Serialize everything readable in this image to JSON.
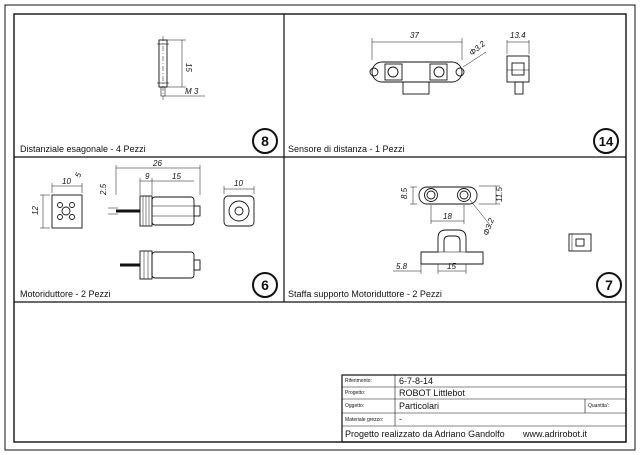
{
  "panels": [
    {
      "caption": "Distanziale esagonale - 4 Pezzi",
      "number": "8"
    },
    {
      "caption": "Sensore di distanza - 1 Pezzi",
      "number": "14"
    },
    {
      "caption": "Motoriduttore - 2 Pezzi",
      "number": "6"
    },
    {
      "caption": "Staffa supporto Motoriduttore - 2 Pezzi",
      "number": "7"
    }
  ],
  "dimensions": {
    "spacer_height": "15",
    "spacer_thread": "M 3",
    "sensor_width": "37",
    "sensor_hole": "Φ3.2",
    "sensor_depth": "13.4",
    "motor_total": "26",
    "motor_9": "9",
    "motor_15": "15",
    "motor_10a": "10",
    "motor_5": "5",
    "motor_12": "12",
    "motor_25": "2.5",
    "motor_10b": "10",
    "bracket_85": "8.5",
    "bracket_18": "18",
    "bracket_115": "11.5",
    "bracket_phi": "Φ3.2",
    "bracket_58": "5.8",
    "bracket_15": "15"
  },
  "title_block": {
    "riferimento_label": "Riferimento:",
    "riferimento_value": "6-7-8-14",
    "progetto_label": "Progetto:",
    "progetto_value": "ROBOT Littlebot",
    "oggetto_label": "Oggetto:",
    "oggetto_value": "Particolari",
    "quantita_label": "Quantita':",
    "materiale_label": "Materiale grezzo:",
    "materiale_value": "-",
    "footer_author": "Progetto realizzato da Adriano Gandolfo",
    "footer_site": "www.adrirobot.it"
  }
}
